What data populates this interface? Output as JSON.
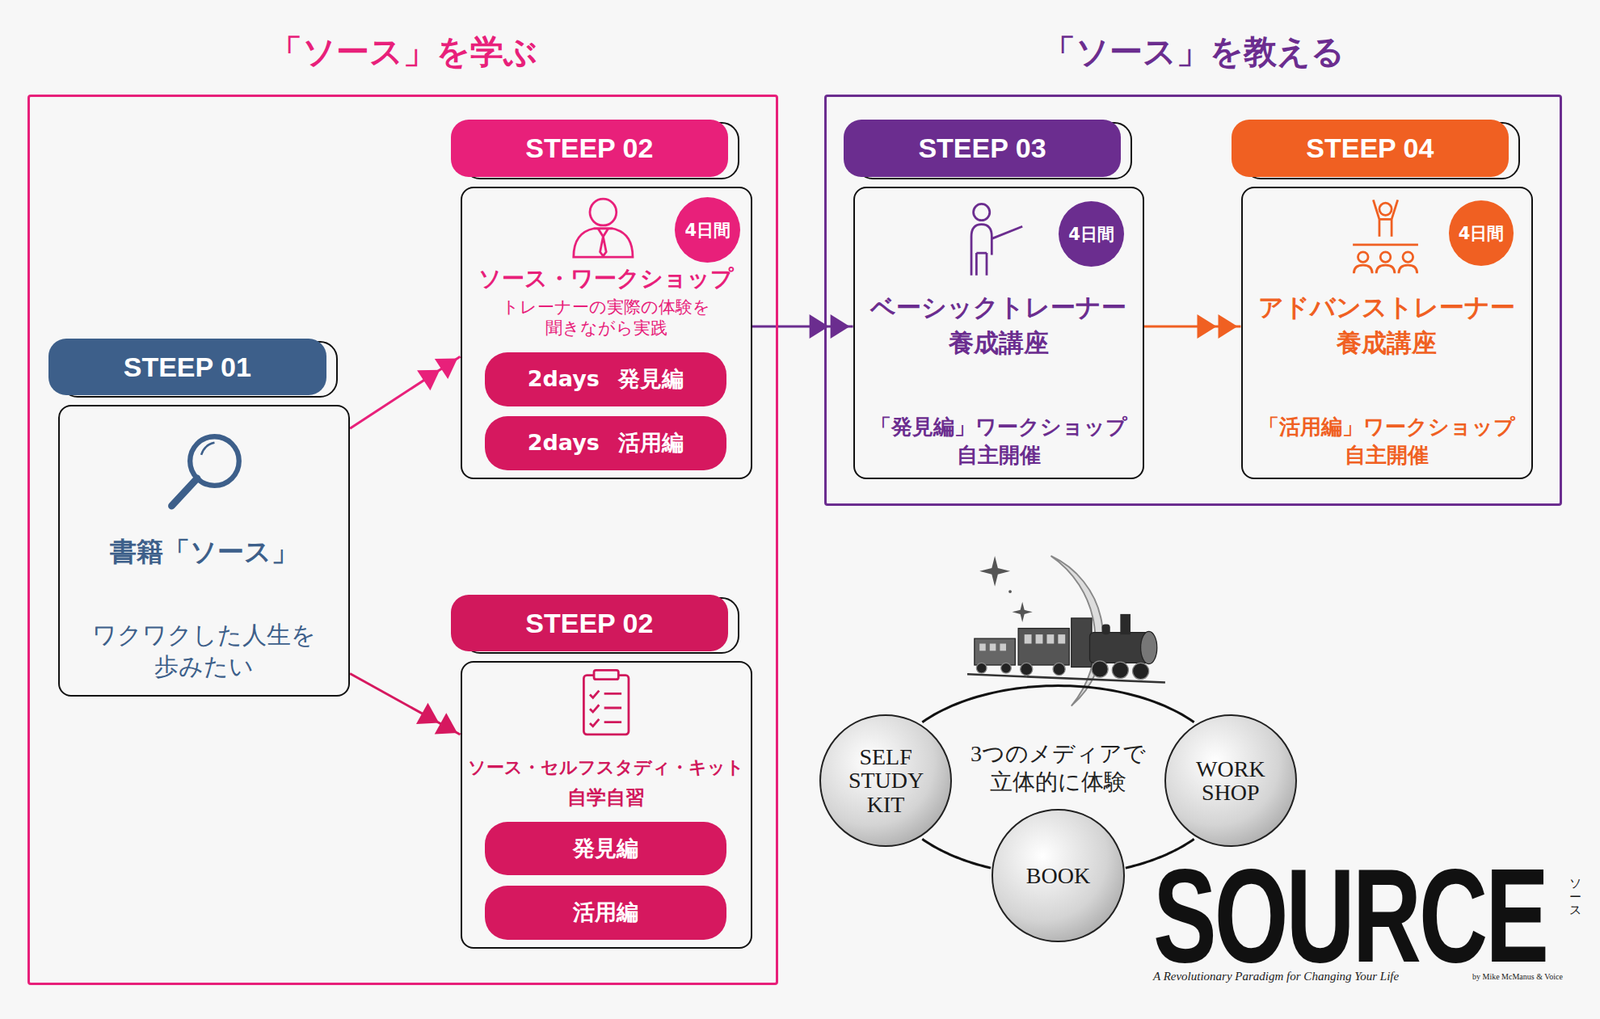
{
  "diagram": {
    "nodes": [
      {
        "text": [
          "「ソース」を学ぶ"
        ]
      },
      {
        "text": [
          "STEEP 01",
          "書籍「ソース」",
          "ワクワクした人生を 歩みたい"
        ],
        "in": 0
      },
      {
        "text": [
          "STEEP 02",
          "4日間",
          "ソース・ワークショップ",
          "トレーナーの実際の体験を 聞きながら実践"
        ],
        "in": 0
      },
      {
        "text": [
          "2days 発見編"
        ],
        "in": 2
      },
      {
        "text": [
          "2days 活用編"
        ],
        "in": 2
      },
      {
        "text": [
          "STEEP 02",
          "ソース・セルフスタディ・キット",
          "自学自習"
        ],
        "in": 0
      },
      {
        "text": [
          "発見編"
        ],
        "in": 5
      },
      {
        "text": [
          "活用編"
        ],
        "in": 5
      },
      {
        "text": [
          "「ソース」を教える"
        ]
      },
      {
        "text": [
          "STEEP 03",
          "4日間",
          "ベーシックトレーナー 養成講座",
          "「発見編」ワークショップ 自主開催"
        ],
        "in": 8
      },
      {
        "text": [
          "STEEP 04",
          "4日間",
          "アドバンストレーナー 養成講座",
          "「活用編」ワークショップ 自主開催"
        ],
        "in": 8
      },
      {
        "text": [
          "SELF STUDY KIT"
        ]
      },
      {
        "text": [
          "WORK SHOP"
        ]
      },
      {
        "text": [
          "BOOK"
        ]
      }
    ],
    "edges": [
      {
        "from": 1,
        "to": 2,
        "arrow": "to"
      },
      {
        "from": 1,
        "to": 5,
        "arrow": "to"
      },
      {
        "from": 2,
        "to": 9,
        "arrow": "to"
      },
      {
        "from": 9,
        "to": 10,
        "arrow": "to"
      },
      {
        "from": 11,
        "to": 12,
        "arrow": "none"
      },
      {
        "from": 11,
        "to": 13,
        "arrow": "none"
      },
      {
        "from": 13,
        "to": 12,
        "arrow": "none"
      }
    ],
    "labels": [
      "3つのメディアで 立体的に体験",
      "SOURCE",
      "ソース",
      "A Revolutionary Paradigm for Changing Your Life",
      "by Mike McManus & Voice"
    ]
  }
}
